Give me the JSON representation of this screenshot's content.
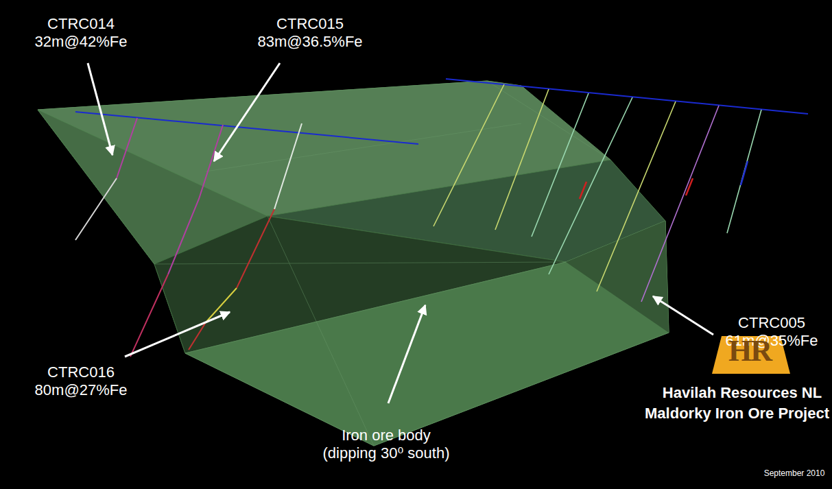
{
  "diagram": {
    "labels": [
      "CTRC014",
      "32m@42%Fe",
      "CTRC015",
      "83m@36.5%Fe",
      "CTRC016",
      "80m@27%Fe",
      "CTRC005",
      "61m@35%Fe",
      "Iron ore body",
      "(dipping 30⁰ south)",
      "HR",
      "Havilah Resources NL",
      "Maldorky Iron Ore Project",
      "September 2010"
    ]
  }
}
